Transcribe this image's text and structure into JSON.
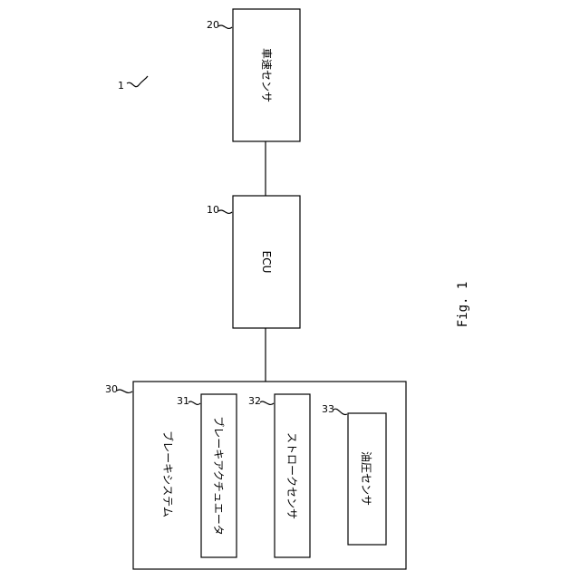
{
  "diagram": {
    "system_ref": "1",
    "figure_label": "Fig. 1",
    "speed_sensor": {
      "ref": "20",
      "label": "車速センサ"
    },
    "ecu": {
      "ref": "10",
      "label": "ECU"
    },
    "brake_system": {
      "ref": "30",
      "label": "ブレーキシステム",
      "actuator": {
        "ref": "31",
        "label": "ブレーキアクチュエータ"
      },
      "stroke_sensor": {
        "ref": "32",
        "label": "ストロークセンサ"
      },
      "oil_pressure_sensor": {
        "ref": "33",
        "label": "油圧センサ"
      }
    }
  }
}
